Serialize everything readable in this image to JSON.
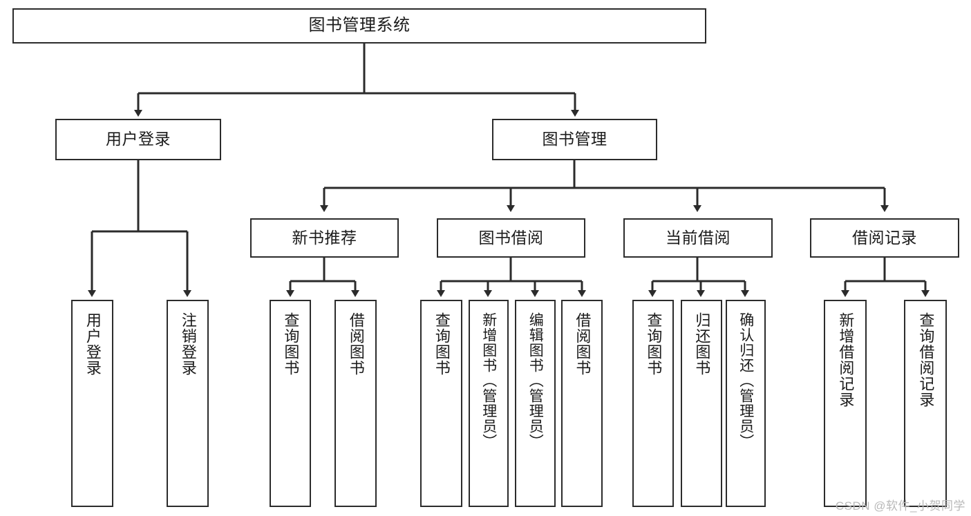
{
  "diagram": {
    "title": "图书管理系统",
    "type": "tree-hierarchy-diagram",
    "watermark": "CSDN @软件_小贺同学",
    "colors": {
      "stroke": "#2b2b2b",
      "fill": "#ffffff",
      "text": "#1b1b1b",
      "watermark": "#b9b9b9"
    },
    "root": {
      "label": "图书管理系统"
    },
    "level1": [
      {
        "id": "user-login",
        "label": "用户登录"
      },
      {
        "id": "book-management",
        "label": "图书管理"
      }
    ],
    "level2": [
      {
        "id": "new-book-recommend",
        "label": "新书推荐"
      },
      {
        "id": "book-borrow",
        "label": "图书借阅"
      },
      {
        "id": "current-borrow",
        "label": "当前借阅"
      },
      {
        "id": "borrow-record",
        "label": "借阅记录"
      }
    ],
    "leaves": [
      {
        "id": "leaf-user-login",
        "label": "用户登录",
        "parent": "user-login"
      },
      {
        "id": "leaf-logout",
        "label": "注销登录",
        "parent": "user-login"
      },
      {
        "id": "leaf-query-book-1",
        "label": "查询图书",
        "parent": "new-book-recommend"
      },
      {
        "id": "leaf-borrow-book-1",
        "label": "借阅图书",
        "parent": "new-book-recommend"
      },
      {
        "id": "leaf-query-book-2",
        "label": "查询图书",
        "parent": "book-borrow"
      },
      {
        "id": "leaf-add-book",
        "label": "新增图书（管理员）",
        "parent": "book-borrow"
      },
      {
        "id": "leaf-edit-book",
        "label": "编辑图书（管理员）",
        "parent": "book-borrow"
      },
      {
        "id": "leaf-borrow-book-2",
        "label": "借阅图书",
        "parent": "book-borrow"
      },
      {
        "id": "leaf-query-book-3",
        "label": "查询图书",
        "parent": "current-borrow"
      },
      {
        "id": "leaf-return-book",
        "label": "归还图书",
        "parent": "current-borrow"
      },
      {
        "id": "leaf-confirm-return",
        "label": "确认归还（管理员）",
        "parent": "current-borrow"
      },
      {
        "id": "leaf-add-record",
        "label": "新增借阅记录",
        "parent": "borrow-record"
      },
      {
        "id": "leaf-query-record",
        "label": "查询借阅记录",
        "parent": "borrow-record"
      }
    ]
  }
}
